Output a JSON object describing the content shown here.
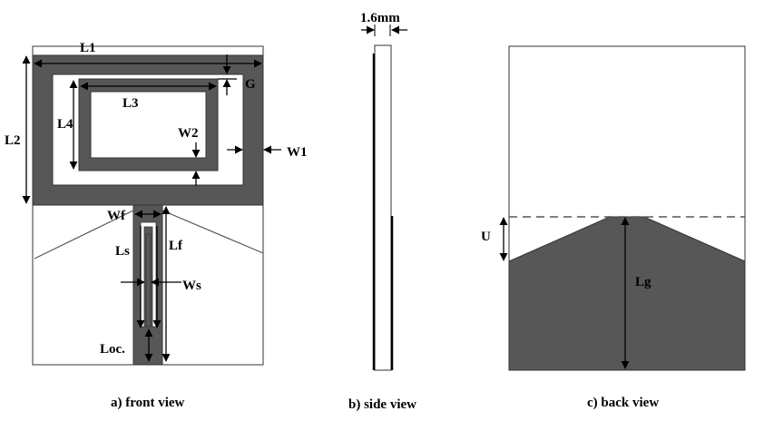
{
  "figure": {
    "title": "Antenna geometry: front, side and back views",
    "colors": {
      "metal": "#575757",
      "substrate": "#ffffff",
      "line": "#000000"
    }
  },
  "front_view": {
    "caption": "a) front view",
    "labels": {
      "L1": "L1",
      "L2": "L2",
      "L3": "L3",
      "L4": "L4",
      "G": "G",
      "W1": "W1",
      "W2": "W2",
      "Wf": "Wf",
      "Lf": "Lf",
      "Ls": "Ls",
      "Ws": "Ws",
      "Loc": "Loc."
    }
  },
  "side_view": {
    "caption": "b) side view",
    "thickness_label": "1.6mm"
  },
  "back_view": {
    "caption": "c) back view",
    "labels": {
      "U": "U",
      "Lg": "Lg"
    }
  }
}
